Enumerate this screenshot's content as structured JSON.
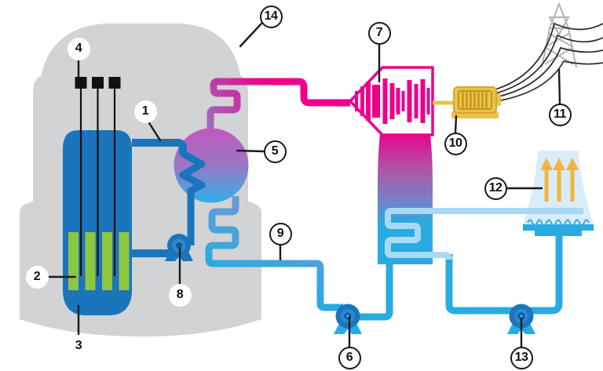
{
  "labels": [
    "1",
    "2",
    "3",
    "4",
    "5",
    "6",
    "7",
    "8",
    "9",
    "10",
    "11",
    "12",
    "13",
    "14"
  ],
  "colors": {
    "containment_gray": "#d2d3d5",
    "reactor_blue": "#1b75bc",
    "fuel_green": "#8dc63f",
    "coolant_cyan": "#29abe2",
    "steam_magenta": "#ec008c",
    "purple_mid": "#9a6fc0",
    "generator_gold": "#eac349",
    "generator_stripe": "#c3941f",
    "cooling_pale": "#a9d9f4",
    "tower_pale": "#d9ecf9",
    "arrow_amber": "#f2b440",
    "lattice_gray": "#b2b4b6",
    "powerline_black": "#2a2a2a",
    "rod_black": "#111111",
    "callout_black": "#1a1a1a"
  }
}
